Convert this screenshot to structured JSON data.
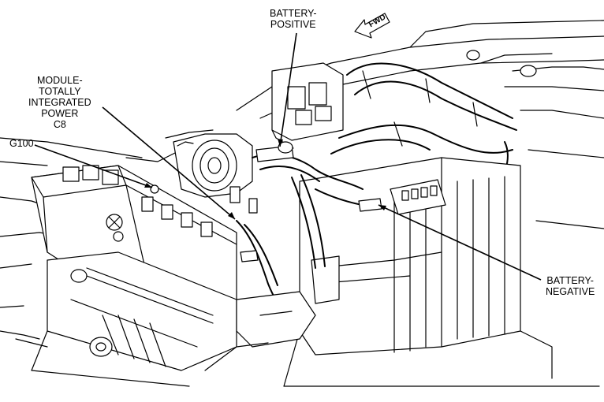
{
  "callouts": {
    "battery_positive": {
      "line1": "BATTERY-",
      "line2": "POSITIVE"
    },
    "module": {
      "line1": "MODULE-",
      "line2": "TOTALLY",
      "line3": "INTEGRATED",
      "line4": "POWER",
      "line5": "C8"
    },
    "g100": {
      "label": "G100"
    },
    "battery_negative": {
      "line1": "BATTERY-",
      "line2": "NEGATIVE"
    }
  },
  "direction_arrow": {
    "label": "FWD"
  }
}
